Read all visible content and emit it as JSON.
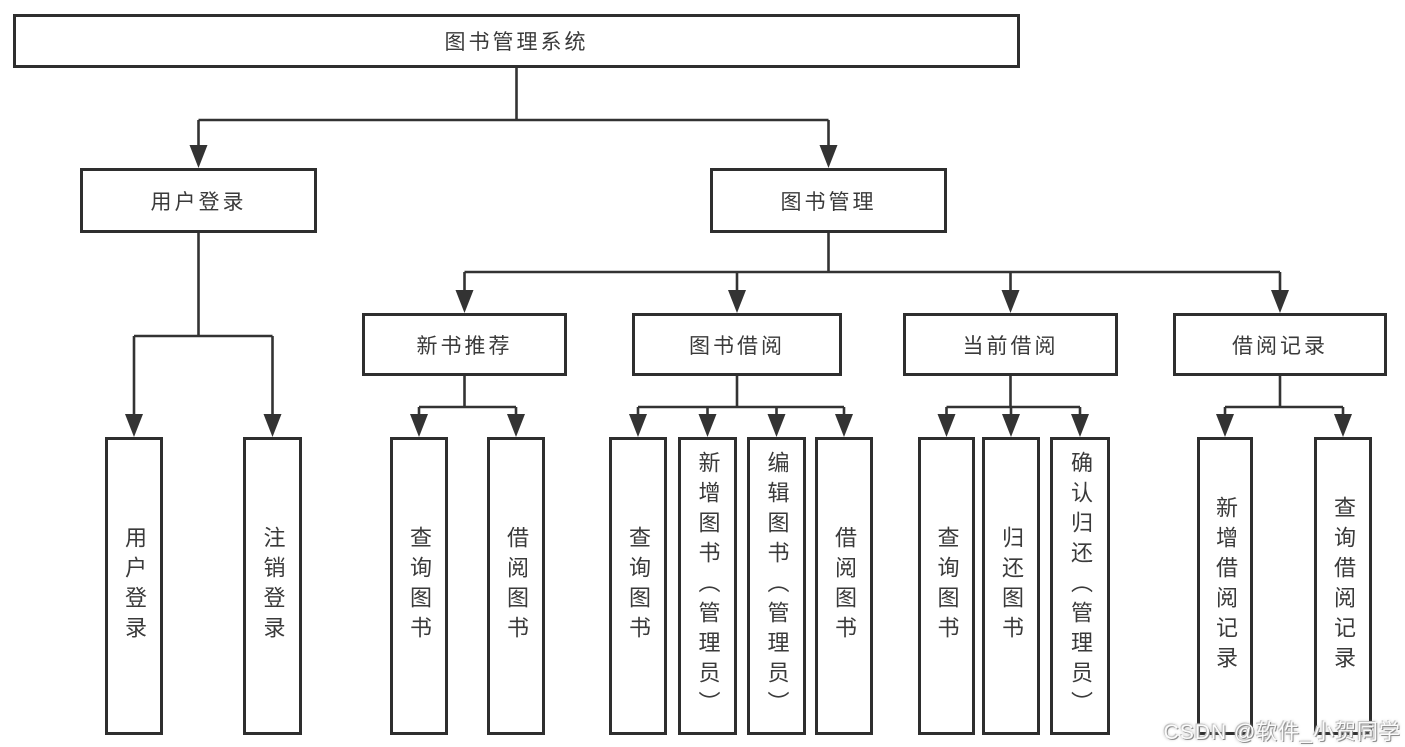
{
  "tree": {
    "root": {
      "label": "图书管理系统",
      "children": [
        {
          "label": "用户登录",
          "children": [
            {
              "label": "用户登录"
            },
            {
              "label": "注销登录"
            }
          ]
        },
        {
          "label": "图书管理",
          "children": [
            {
              "label": "新书推荐",
              "children": [
                {
                  "label": "查询图书"
                },
                {
                  "label": "借阅图书"
                }
              ]
            },
            {
              "label": "图书借阅",
              "children": [
                {
                  "label": "查询图书"
                },
                {
                  "label": "新增图书（管理员）"
                },
                {
                  "label": "编辑图书（管理员）"
                },
                {
                  "label": "借阅图书"
                }
              ]
            },
            {
              "label": "当前借阅",
              "children": [
                {
                  "label": "查询图书"
                },
                {
                  "label": "归还图书"
                },
                {
                  "label": "确认归还（管理员）"
                }
              ]
            },
            {
              "label": "借阅记录",
              "children": [
                {
                  "label": "新增借阅记录"
                },
                {
                  "label": "查询借阅记录"
                }
              ]
            }
          ]
        }
      ]
    }
  },
  "watermark": {
    "text": "CSDN @软件_小贺同学"
  },
  "colors": {
    "background": "#ffffff",
    "box_fill": "#ffffff",
    "box_border": "#2e2e2e",
    "connector_line": "#333333",
    "text": "#3a3a3a",
    "watermark_text": "#fbfbfb"
  }
}
